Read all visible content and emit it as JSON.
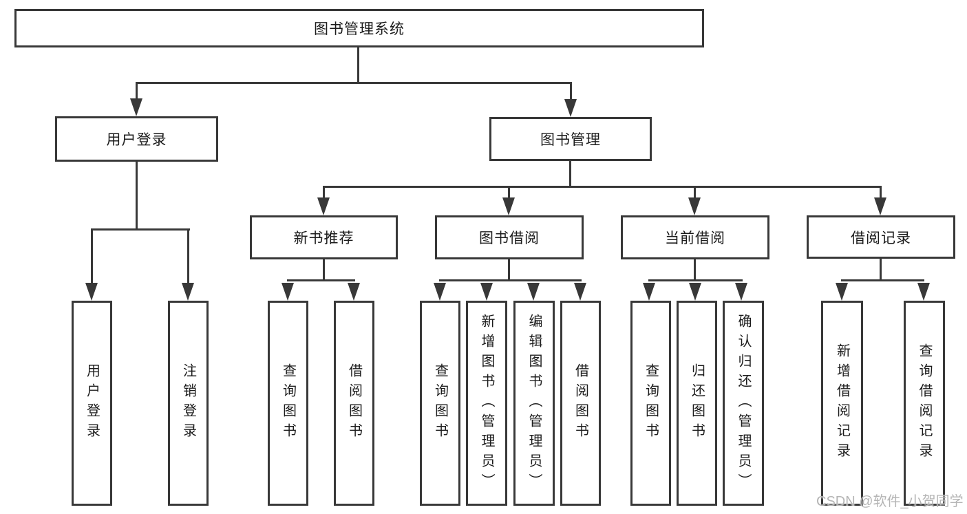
{
  "diagram": {
    "root": {
      "label": "图书管理系统",
      "children": [
        {
          "label": "用户登录",
          "children": [
            {
              "label": "用户登录"
            },
            {
              "label": "注销登录"
            }
          ]
        },
        {
          "label": "图书管理",
          "children": [
            {
              "label": "新书推荐",
              "children": [
                {
                  "label": "查询图书"
                },
                {
                  "label": "借阅图书"
                }
              ]
            },
            {
              "label": "图书借阅",
              "children": [
                {
                  "label": "查询图书"
                },
                {
                  "label": "新增图书（管理员）"
                },
                {
                  "label": "编辑图书（管理员）"
                },
                {
                  "label": "借阅图书"
                }
              ]
            },
            {
              "label": "当前借阅",
              "children": [
                {
                  "label": "查询图书"
                },
                {
                  "label": "归还图书"
                },
                {
                  "label": "确认归还（管理员）"
                }
              ]
            },
            {
              "label": "借阅记录",
              "children": [
                {
                  "label": "新增借阅记录"
                },
                {
                  "label": "查询借阅记录"
                }
              ]
            }
          ]
        }
      ]
    }
  },
  "watermark": {
    "text": "CSDN @软件_小贺同学"
  },
  "colors": {
    "line": "#383838",
    "text": "#1c1c1c",
    "background": "#ffffff",
    "watermark": "#b5b5b5"
  }
}
